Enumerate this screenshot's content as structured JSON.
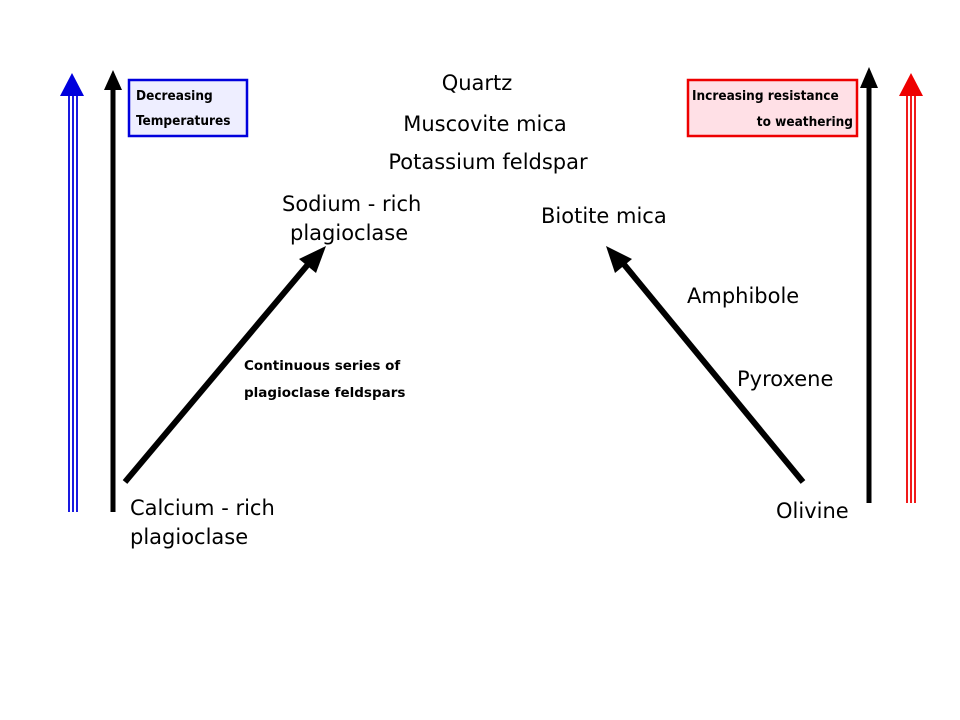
{
  "labels": {
    "decreasing_temperatures": [
      "Decreasing",
      "Temperatures"
    ],
    "increasing_resistance": [
      "Increasing resistance",
      "to weathering"
    ],
    "continuous_series": [
      "Continuous series of",
      "plagioclase feldspars"
    ]
  },
  "minerals": {
    "quartz": "Quartz",
    "muscovite": "Muscovite mica",
    "potassium_feldspar": "Potassium feldspar",
    "sodium_plagioclase": [
      "Sodium  - rich",
      "plagioclase"
    ],
    "biotite": "Biotite mica",
    "amphibole": "Amphibole",
    "pyroxene": "Pyroxene",
    "calcium_plagioclase": [
      "Calcium  - rich",
      "plagioclase"
    ],
    "olivine": "Olivine"
  },
  "colors": {
    "blue": "#0000dd",
    "red": "#ee0000",
    "black": "#000000",
    "blue_box_fill": "#eeeeff",
    "red_box_fill": "#ffe0e6"
  }
}
